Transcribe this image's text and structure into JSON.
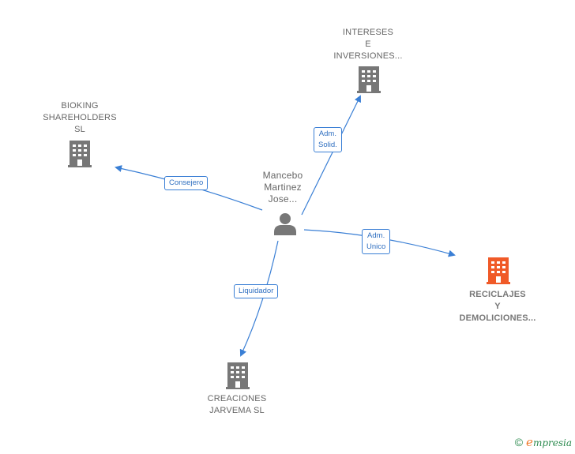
{
  "center_person": {
    "label": "Mancebo\nMartinez\nJose..."
  },
  "companies": {
    "intereses": {
      "label": "INTERESES\nE\nINVERSIONES..."
    },
    "bioking": {
      "label": "BIOKING\nSHAREHOLDERS\nSL"
    },
    "reciclajes": {
      "label": "RECICLAJES\nY\nDEMOLICIONES..."
    },
    "creaciones": {
      "label": "CREACIONES\nJARVEMA SL"
    }
  },
  "relations": {
    "intereses": "Adm.\nSolid.",
    "bioking": "Consejero",
    "reciclajes": "Adm.\nUnico",
    "creaciones": "Liquidador"
  },
  "colors": {
    "edge": "#3a7fd5",
    "company_icon": "#777777",
    "highlight_icon": "#f05a28",
    "person_icon": "#777777"
  },
  "footer": {
    "copyright": "©",
    "brand_initial": "e",
    "brand_rest": "mpresia"
  }
}
